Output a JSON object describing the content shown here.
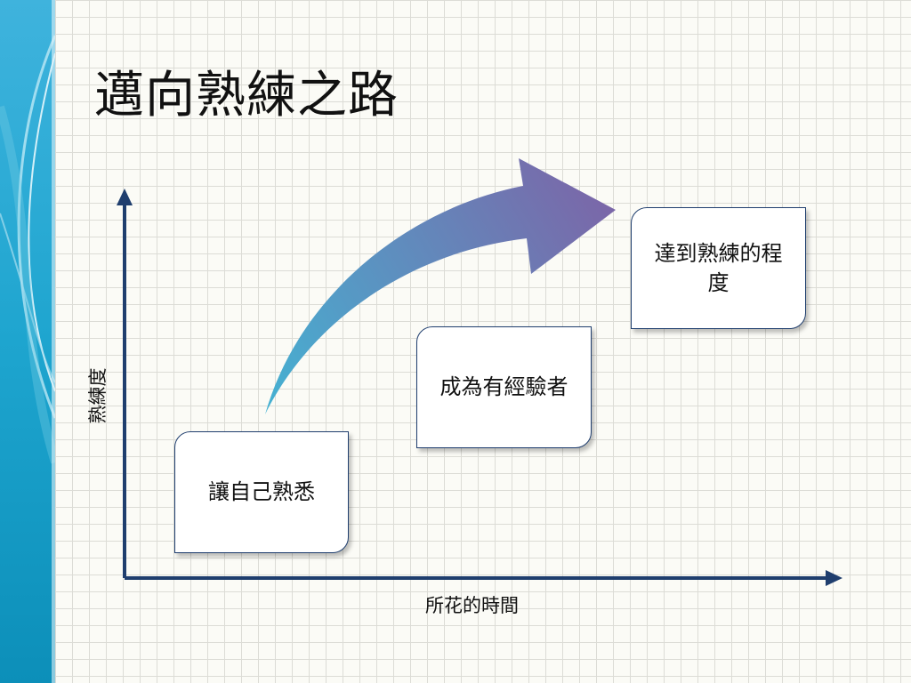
{
  "slide": {
    "title": "邁向熟練之路",
    "axes": {
      "y_label": "熟練度",
      "x_label": "所花的時間"
    },
    "stages": [
      {
        "label": "讓自己熟悉"
      },
      {
        "label": "成為有經驗者"
      },
      {
        "label": "達到熟練的程度"
      }
    ],
    "colors": {
      "axis": "#1f3e6e",
      "arrow_start": "#45b1d2",
      "arrow_end": "#7b66a8",
      "sidebar": "#1aa3c9"
    }
  }
}
